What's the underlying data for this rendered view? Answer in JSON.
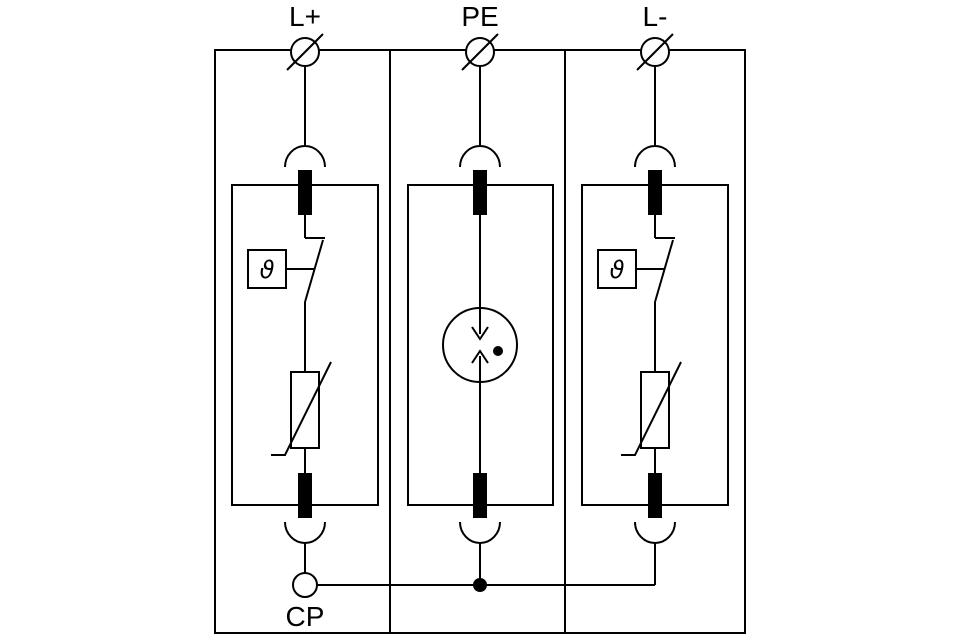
{
  "diagram": {
    "type": "circuit-schematic",
    "description": "Surge protective device wiring diagram with three protection paths",
    "terminals": {
      "left": "L+",
      "middle": "PE",
      "right": "L-"
    },
    "bottom_terminal": "CP",
    "thermal_symbol": "ϑ",
    "components": {
      "left_path": [
        "terminal",
        "plug-contact",
        "thermal-disconnect",
        "varistor",
        "plug-contact"
      ],
      "middle_path": [
        "terminal",
        "plug-contact",
        "spark-gap",
        "plug-contact"
      ],
      "right_path": [
        "terminal",
        "plug-contact",
        "thermal-disconnect",
        "varistor",
        "plug-contact"
      ]
    },
    "colors": {
      "line": "#000000",
      "background": "#ffffff"
    }
  }
}
